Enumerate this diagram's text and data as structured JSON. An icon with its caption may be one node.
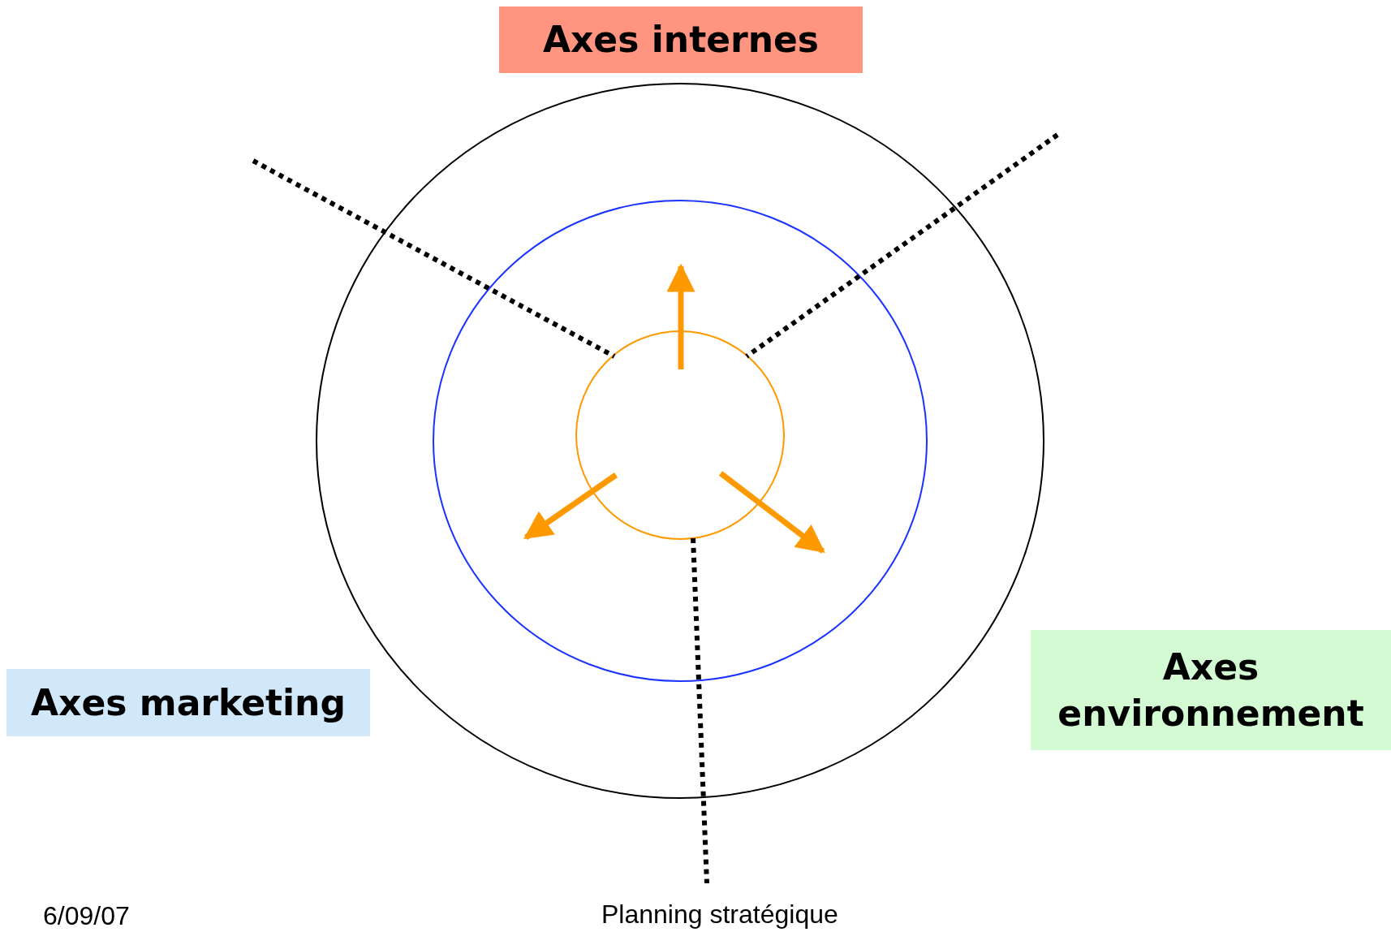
{
  "diagram": {
    "nodes": [
      {
        "text": [
          "Axes internes"
        ]
      },
      {
        "text": [
          "Axes marketing"
        ]
      },
      {
        "text": [
          "Axes environnement"
        ]
      }
    ],
    "labels": [
      "6/09/07",
      "Planning stratégique"
    ]
  }
}
